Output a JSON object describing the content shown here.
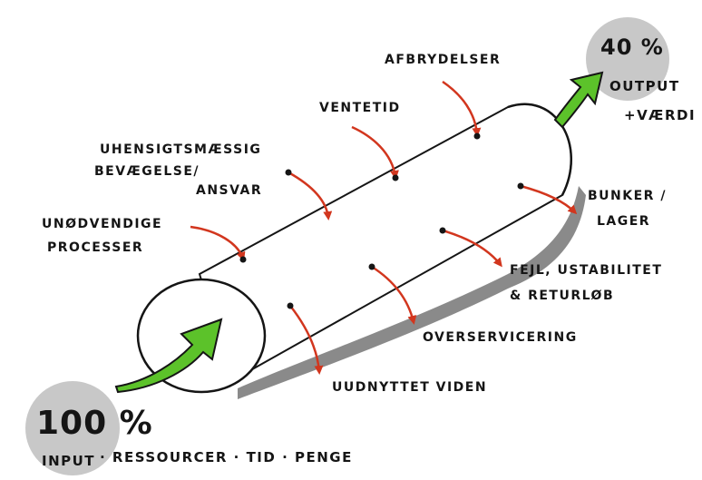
{
  "input": {
    "percent": "100 %",
    "label": "INPUT",
    "detail": "· RESSOURCER · TID · PENGE"
  },
  "output": {
    "percent": "40 %",
    "label": "OUTPUT",
    "detail": "+VÆRDI"
  },
  "wastes": {
    "unoedvendige_processer": [
      "UNØDVENDIGE",
      "PROCESSER"
    ],
    "uhensigtsmaessig_bevaegelse": [
      "UHENSIGTSMÆSSIG",
      "BEVÆGELSE/",
      "ANSVAR"
    ],
    "ventetid": [
      "VENTETID"
    ],
    "afbrydelser": [
      "AFBRYDELSER"
    ],
    "bunker_lager": [
      "BUNKER /",
      "LAGER"
    ],
    "fejl_ustabilitet": [
      "FEJL, USTABILITET",
      "& RETURLØB"
    ],
    "overservicering": [
      "OVERSERVICERING"
    ],
    "uudnyttet_viden": [
      "UUDNYTTET VIDEN"
    ]
  },
  "colors": {
    "circle_fill": "#c8c8c8",
    "arrow_green": "#5cc22a",
    "waste_arrow": "#d2361e",
    "tube_shadow": "#8a8a8a"
  }
}
